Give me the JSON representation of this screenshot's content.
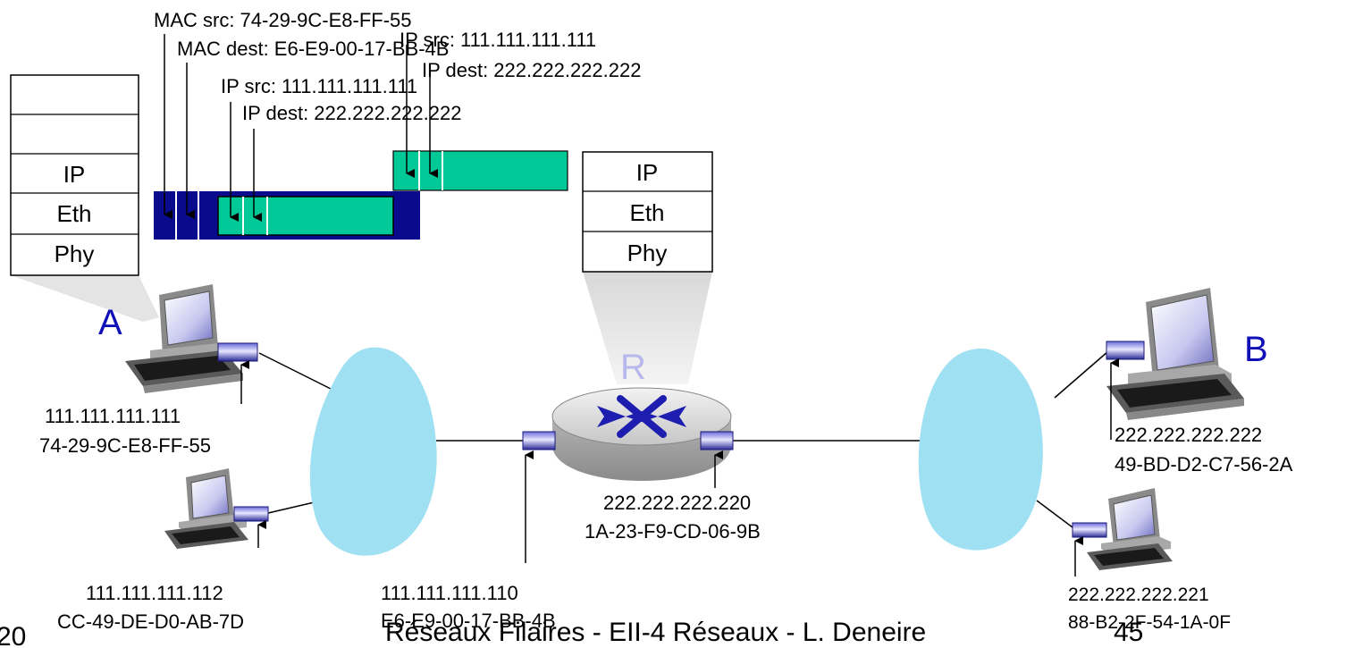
{
  "frames": {
    "mac_src": "MAC src: 74-29-9C-E8-FF-55",
    "mac_dest": "MAC dest: E6-E9-00-17-BB-4B",
    "ip_src_inner": "IP src: 111.111.111.111",
    "ip_dest_inner": "IP dest: 222.222.222.222",
    "ip_src_outer": "IP src: 111.111.111.111",
    "ip_dest_outer": "IP dest: 222.222.222.222"
  },
  "host_stack": {
    "layers": [
      "",
      "",
      "IP",
      "Eth",
      "Phy"
    ]
  },
  "router_stack": {
    "layers": [
      "IP",
      "Eth",
      "Phy"
    ]
  },
  "host_a": {
    "letter": "A",
    "ip": "111.111.111.111",
    "mac": "74-29-9C-E8-FF-55"
  },
  "host_a2": {
    "ip": "111.111.111.112",
    "mac": "CC-49-DE-D0-AB-7D"
  },
  "router": {
    "letter": "R",
    "left_ip": "111.111.111.110",
    "left_mac": "E6-E9-00-17-BB-4B",
    "right_ip": "222.222.222.220",
    "right_mac": "1A-23-F9-CD-06-9B"
  },
  "host_b": {
    "letter": "B",
    "ip": "222.222.222.222",
    "mac": "49-BD-D2-C7-56-2A"
  },
  "host_b2": {
    "ip": "222.222.222.221",
    "mac": "88-B2-2F-54-1A-0F"
  },
  "footer": {
    "year": "20",
    "course": "Réseaux Filaires - EII-4 Réseaux - L. Deneire",
    "page": "45"
  },
  "colors": {
    "frame_eth": "#0a0a8c",
    "frame_ip": "#00c896",
    "cloud": "#9fe0f2",
    "nic": "#3a3aa8"
  }
}
